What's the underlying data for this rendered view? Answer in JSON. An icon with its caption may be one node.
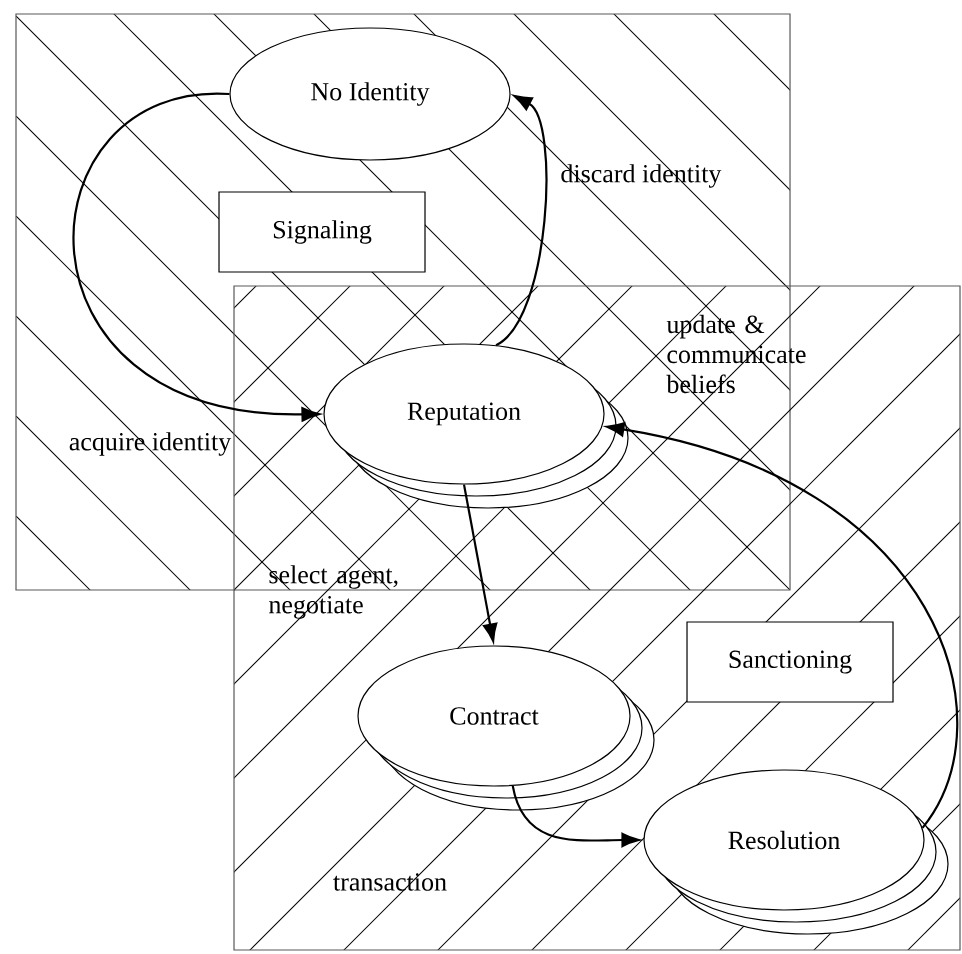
{
  "diagram": {
    "nodes": [
      {
        "text": [
          "No Identity"
        ]
      },
      {
        "text": [
          "Signaling"
        ]
      },
      {
        "text": [
          "Reputation"
        ]
      },
      {
        "text": [
          "Sanctioning"
        ]
      },
      {
        "text": [
          "Contract"
        ]
      },
      {
        "text": [
          "Resolution"
        ]
      }
    ],
    "edges": [
      {
        "from": 0,
        "to": 2,
        "arrow": "to",
        "label": "acquire identity"
      },
      {
        "from": 2,
        "to": 0,
        "arrow": "to",
        "label": "discard identity"
      },
      {
        "from": 2,
        "to": 4,
        "arrow": "to",
        "label": "select agent, negotiate"
      },
      {
        "from": 4,
        "to": 5,
        "arrow": "to",
        "label": "transaction"
      },
      {
        "from": 5,
        "to": 2,
        "arrow": "to",
        "label": "update & communicate beliefs"
      }
    ]
  }
}
